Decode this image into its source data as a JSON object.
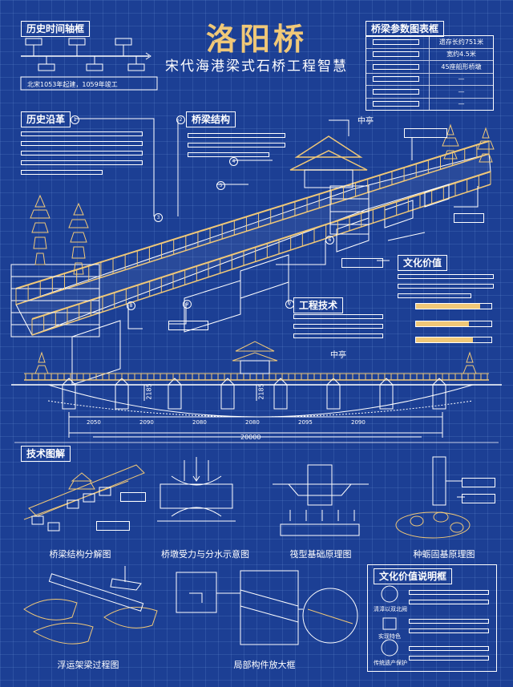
{
  "title": "洛阳桥",
  "subtitle": "宋代海港梁式石桥工程智慧",
  "timeline": {
    "label": "历史时间轴框",
    "note": "北宋1053年起建，1059年竣工"
  },
  "params": {
    "label": "桥梁参数图表框",
    "rows": [
      "遗存长约751米",
      "宽约4.5米",
      "45座船形桥墩",
      "—",
      "—",
      "—"
    ]
  },
  "history": {
    "label": "历史沿革"
  },
  "structure": {
    "label": "桥梁结构"
  },
  "engineering": {
    "label": "工程技术"
  },
  "culture": {
    "label": "文化价值",
    "bars": [
      0.85,
      0.7,
      0.75
    ]
  },
  "pavilion_label_top": "中亭",
  "pavilion_label_mid": "中亭",
  "callout_numbers": [
    "1",
    "2",
    "3",
    "4",
    "5",
    "6",
    "7",
    "8",
    "9"
  ],
  "elevation": {
    "spans": [
      "2050",
      "2090",
      "2080",
      "2080",
      "2095",
      "2090"
    ],
    "total": "20000",
    "pier_height": "2185"
  },
  "tech": {
    "label": "技术图解",
    "captions": [
      "桥梁结构分解图",
      "桥墩受力与分水示意图",
      "筏型基础原理图",
      "种蛎固基原理图",
      "浮运架梁过程图",
      "局部构件放大框"
    ]
  },
  "culture_detail": {
    "label": "文化价值说明框",
    "items": [
      "清漳以双北阙",
      "实现特色",
      "传统遗产保护"
    ]
  },
  "colors": {
    "background": "#1c3f94",
    "accent": "#f0c878",
    "line": "#ffffff"
  }
}
